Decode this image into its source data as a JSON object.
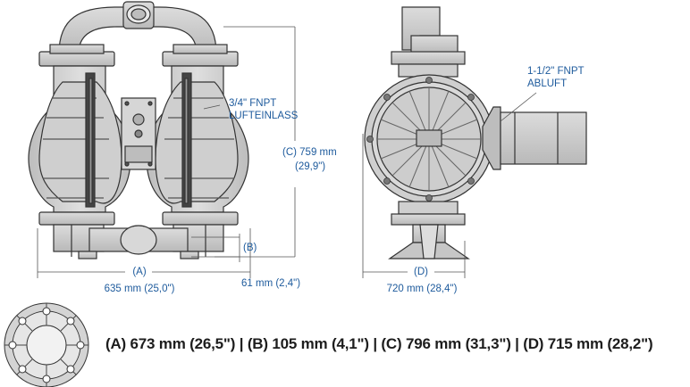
{
  "labels": {
    "air_inlet_size": "3/4\" FNPT",
    "air_inlet_name": "LUFTEINLASS",
    "exhaust_size": "1-1/2\" FNPT",
    "exhaust_name": "ABLUFT",
    "dim_c_metric": "(C) 759 mm",
    "dim_c_imperial": "(29,9\")",
    "dim_b_letter": "(B)",
    "dim_b_value": "61 mm (2,4\")",
    "dim_a_letter": "(A)",
    "dim_a_value": "635 mm (25,0\")",
    "dim_d_letter": "(D)",
    "dim_d_value": "720 mm (28,4\")"
  },
  "flange_summary": "(A) 673 mm (26,5\") | (B) 105 mm (4,1\") | (C) 796 mm (31,3\") | (D) 715 mm (28,2\")",
  "colors": {
    "label_blue": "#1d5a9c",
    "metal_gray": "#c9c9c9",
    "outline": "#333333"
  }
}
